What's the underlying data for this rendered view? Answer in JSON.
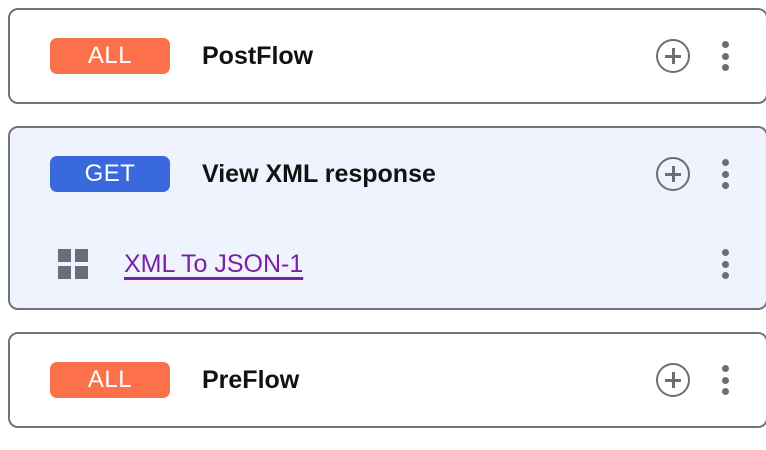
{
  "colors": {
    "badge_all": "#fc7149",
    "badge_get": "#3a68dd",
    "link_purple": "#7b21a8",
    "selected_background": "#eff3fd",
    "card_border": "#70737c",
    "icon_gray": "#6e6e6e"
  },
  "flows": [
    {
      "id": "postflow",
      "badge": "ALL",
      "badge_type": "all",
      "title": "PostFlow",
      "selected": false,
      "add_icon": "plus-circle-icon",
      "menu_icon": "kebab-menu-icon",
      "steps": []
    },
    {
      "id": "view-xml-response",
      "badge": "GET",
      "badge_type": "get",
      "title": "View XML response",
      "selected": true,
      "add_icon": "plus-circle-icon",
      "menu_icon": "kebab-menu-icon",
      "steps": [
        {
          "id": "xml-to-json-1",
          "icon": "grid-policy-icon",
          "label": "XML To JSON-1",
          "menu_icon": "kebab-menu-icon"
        }
      ]
    },
    {
      "id": "preflow",
      "badge": "ALL",
      "badge_type": "all",
      "title": "PreFlow",
      "selected": false,
      "add_icon": "plus-circle-icon",
      "menu_icon": "kebab-menu-icon",
      "steps": []
    }
  ]
}
